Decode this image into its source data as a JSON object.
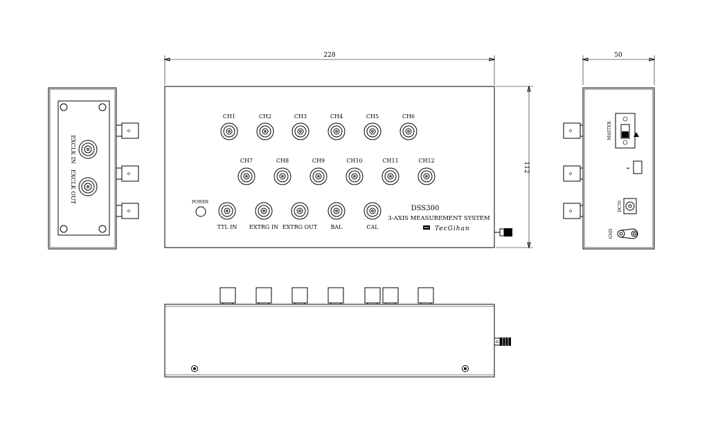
{
  "dimensions": {
    "front_width": "228",
    "front_height": "112",
    "side_width": "50"
  },
  "front_panel": {
    "channels_row1": [
      "CH1",
      "CH2",
      "CH3",
      "CH4",
      "CH5",
      "CH6"
    ],
    "channels_row2": [
      "CH7",
      "CH8",
      "CH9",
      "CH10",
      "CH11",
      "CH12"
    ],
    "bottom_row": [
      "TTL IN",
      "EXTRG IN",
      "EXTRG OUT",
      "BAL",
      "CAL"
    ],
    "power_label": "POWER",
    "model": "DSS300",
    "system_name": "3-AXIS MEASUREMENT SYSTEM",
    "brand": "TecGihan"
  },
  "left_side": {
    "connector_labels": [
      "EXCLK IN",
      "EXCLK OUT"
    ]
  },
  "right_side": {
    "master_label": "MASTER",
    "dc_label": "DC5V",
    "gnd_label": "GND"
  }
}
